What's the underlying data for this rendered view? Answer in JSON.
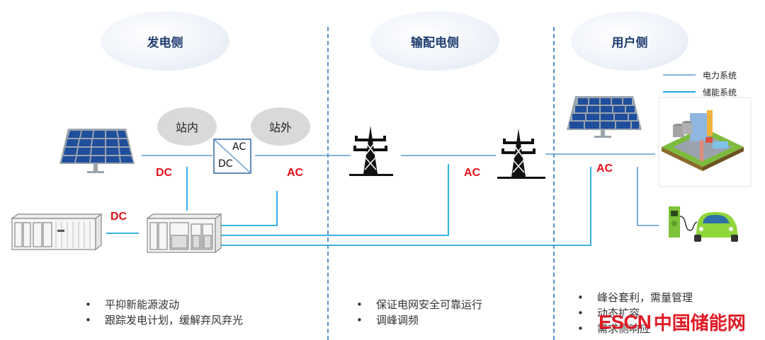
{
  "sections": {
    "generation": {
      "title": "发电侧",
      "in_station": "站内",
      "out_station": "站外"
    },
    "transmission": {
      "title": "输配电侧"
    },
    "user": {
      "title": "用户侧"
    }
  },
  "converter": {
    "top": "AC",
    "bottom": "DC"
  },
  "labels": {
    "dc_pv": "DC",
    "ac_gen": "AC",
    "dc_battery": "DC",
    "ac_transmission": "AC",
    "ac_user": "AC"
  },
  "legend": {
    "items": [
      {
        "label": "电力系统",
        "color": "#5b9bd5"
      },
      {
        "label": "储能系统",
        "color": "#1fa8e0"
      }
    ]
  },
  "bullets": {
    "generation": [
      "平抑新能源波动",
      "跟踪发电计划，缓解弃风弃光"
    ],
    "transmission": [
      "保证电网安全可靠运行",
      "调峰调频"
    ],
    "user": [
      "峰谷套利，需量管理",
      "动态扩容",
      "需求侧响应"
    ]
  },
  "bullet_symbol": "•",
  "watermark": {
    "latin": "ESCN",
    "cn": "中国储能网",
    "color": "#e01a25"
  },
  "colors": {
    "power_line": "#5b9bd5",
    "storage_line": "#1fa8e0",
    "divider": "#5b93cf",
    "title_text": "#1f3c6e",
    "red_label": "#e0101a"
  }
}
